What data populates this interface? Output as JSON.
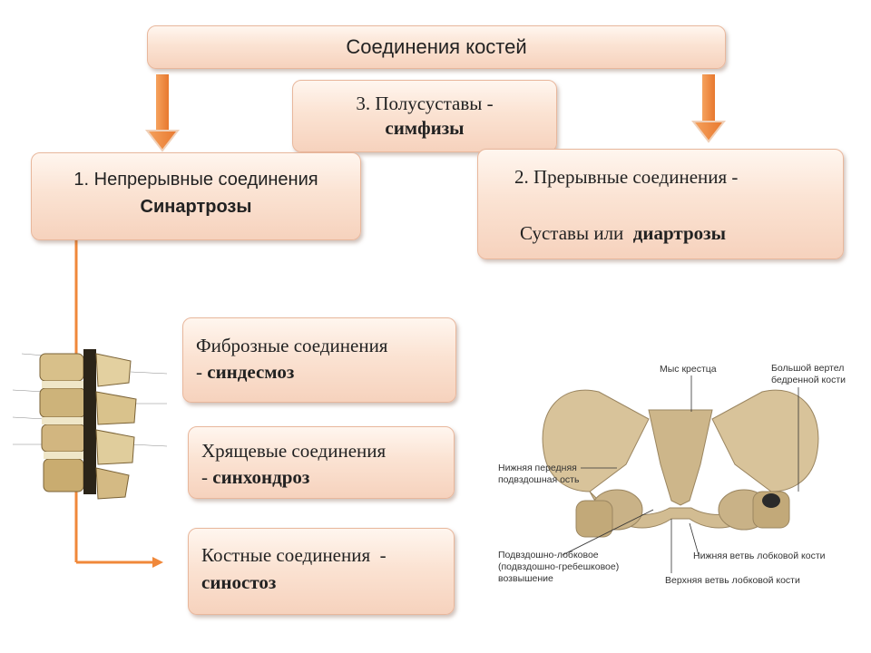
{
  "title": "Соединения костей",
  "semi_joints": {
    "line1": "3. Полусуставы -",
    "line2": "симфизы"
  },
  "continuous": {
    "line1": "1. Непрерывные соединения",
    "line2": "Синартрозы"
  },
  "discontinuous": {
    "line1": "2. Прерывные соединения -",
    "line2_prefix": "Суставы или",
    "line2_bold": "диартрозы"
  },
  "fibrous": {
    "line1": "Фиброзные соединения",
    "line2_prefix": "- ",
    "line2_bold": "синдесмоз"
  },
  "cartilage": {
    "line1": "Хрящевые соединения",
    "line2_prefix": "- ",
    "line2_bold": "синхондроз"
  },
  "bony": {
    "line1": "Костные соединения  -",
    "line2": "синостоз"
  },
  "pelvis_labels": {
    "sacral_promontory": "Мыс крестца",
    "greater_trochanter_1": "Большой вертел",
    "greater_trochanter_2": "бедренной кости",
    "ant_inf_spine_1": "Нижняя передняя",
    "ant_inf_spine_2": "подвздошная ость",
    "iliopubic_1": "Подвздошно-лобковое",
    "iliopubic_2": "(подвздошно-гребешковое)",
    "iliopubic_3": "возвышение",
    "inferior_ramus": "Нижняя ветвь лобковой кости",
    "superior_ramus": "Верхняя ветвь лобковой кости"
  },
  "colors": {
    "arrow": "#f0883a",
    "box_border": "#e8b79c",
    "bone": "#d8c39a"
  }
}
